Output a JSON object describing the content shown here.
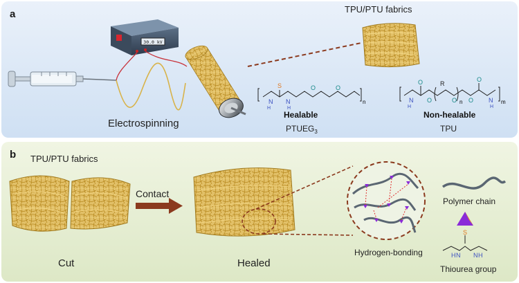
{
  "panel_a": {
    "label": "a",
    "fabric_title": "TPU/PTU fabrics",
    "process_caption": "Electrospinning",
    "display_reading": "30.0 kV",
    "healable": {
      "title": "Healable",
      "name_main": "PTUEG",
      "name_sub": "3",
      "atom_S": "S",
      "atom_H": "H",
      "atom_N": "N",
      "atom_O": "O",
      "subscript_n": "n"
    },
    "nonhealable": {
      "title": "Non-healable",
      "name": "TPU",
      "atom_O": "O",
      "atom_H": "H",
      "atom_N": "N",
      "atom_R": "R",
      "subscript_n": "n",
      "subscript_m": "m"
    }
  },
  "panel_b": {
    "label": "b",
    "fabric_title": "TPU/PTU fabrics",
    "contact_label": "Contact",
    "cut_caption": "Cut",
    "healed_caption": "Healed",
    "hbond_caption": "Hydrogen-bonding",
    "legend": {
      "polymer_chain": "Polymer chain",
      "thiourea_group": "Thiourea group",
      "atom_S": "S",
      "atom_H": "H",
      "atom_N": "N"
    }
  },
  "colors": {
    "panel_a_bg": "#dbe7f5",
    "panel_b_bg": "#e6eed5",
    "fiber_gold": "#d9b44a",
    "dashed_brown": "#8b3a1e",
    "arrow_brown": "#8b3a1e",
    "thiourea_purple": "#8a2bd8",
    "thiourea_orange": "#f0a020",
    "hbond_red": "#e03030",
    "chain_gray": "#5a6672",
    "sulfur_orange": "#e07820",
    "nitrogen_blue": "#3a4fc0",
    "oxygen_teal": "#1a8a8a"
  }
}
